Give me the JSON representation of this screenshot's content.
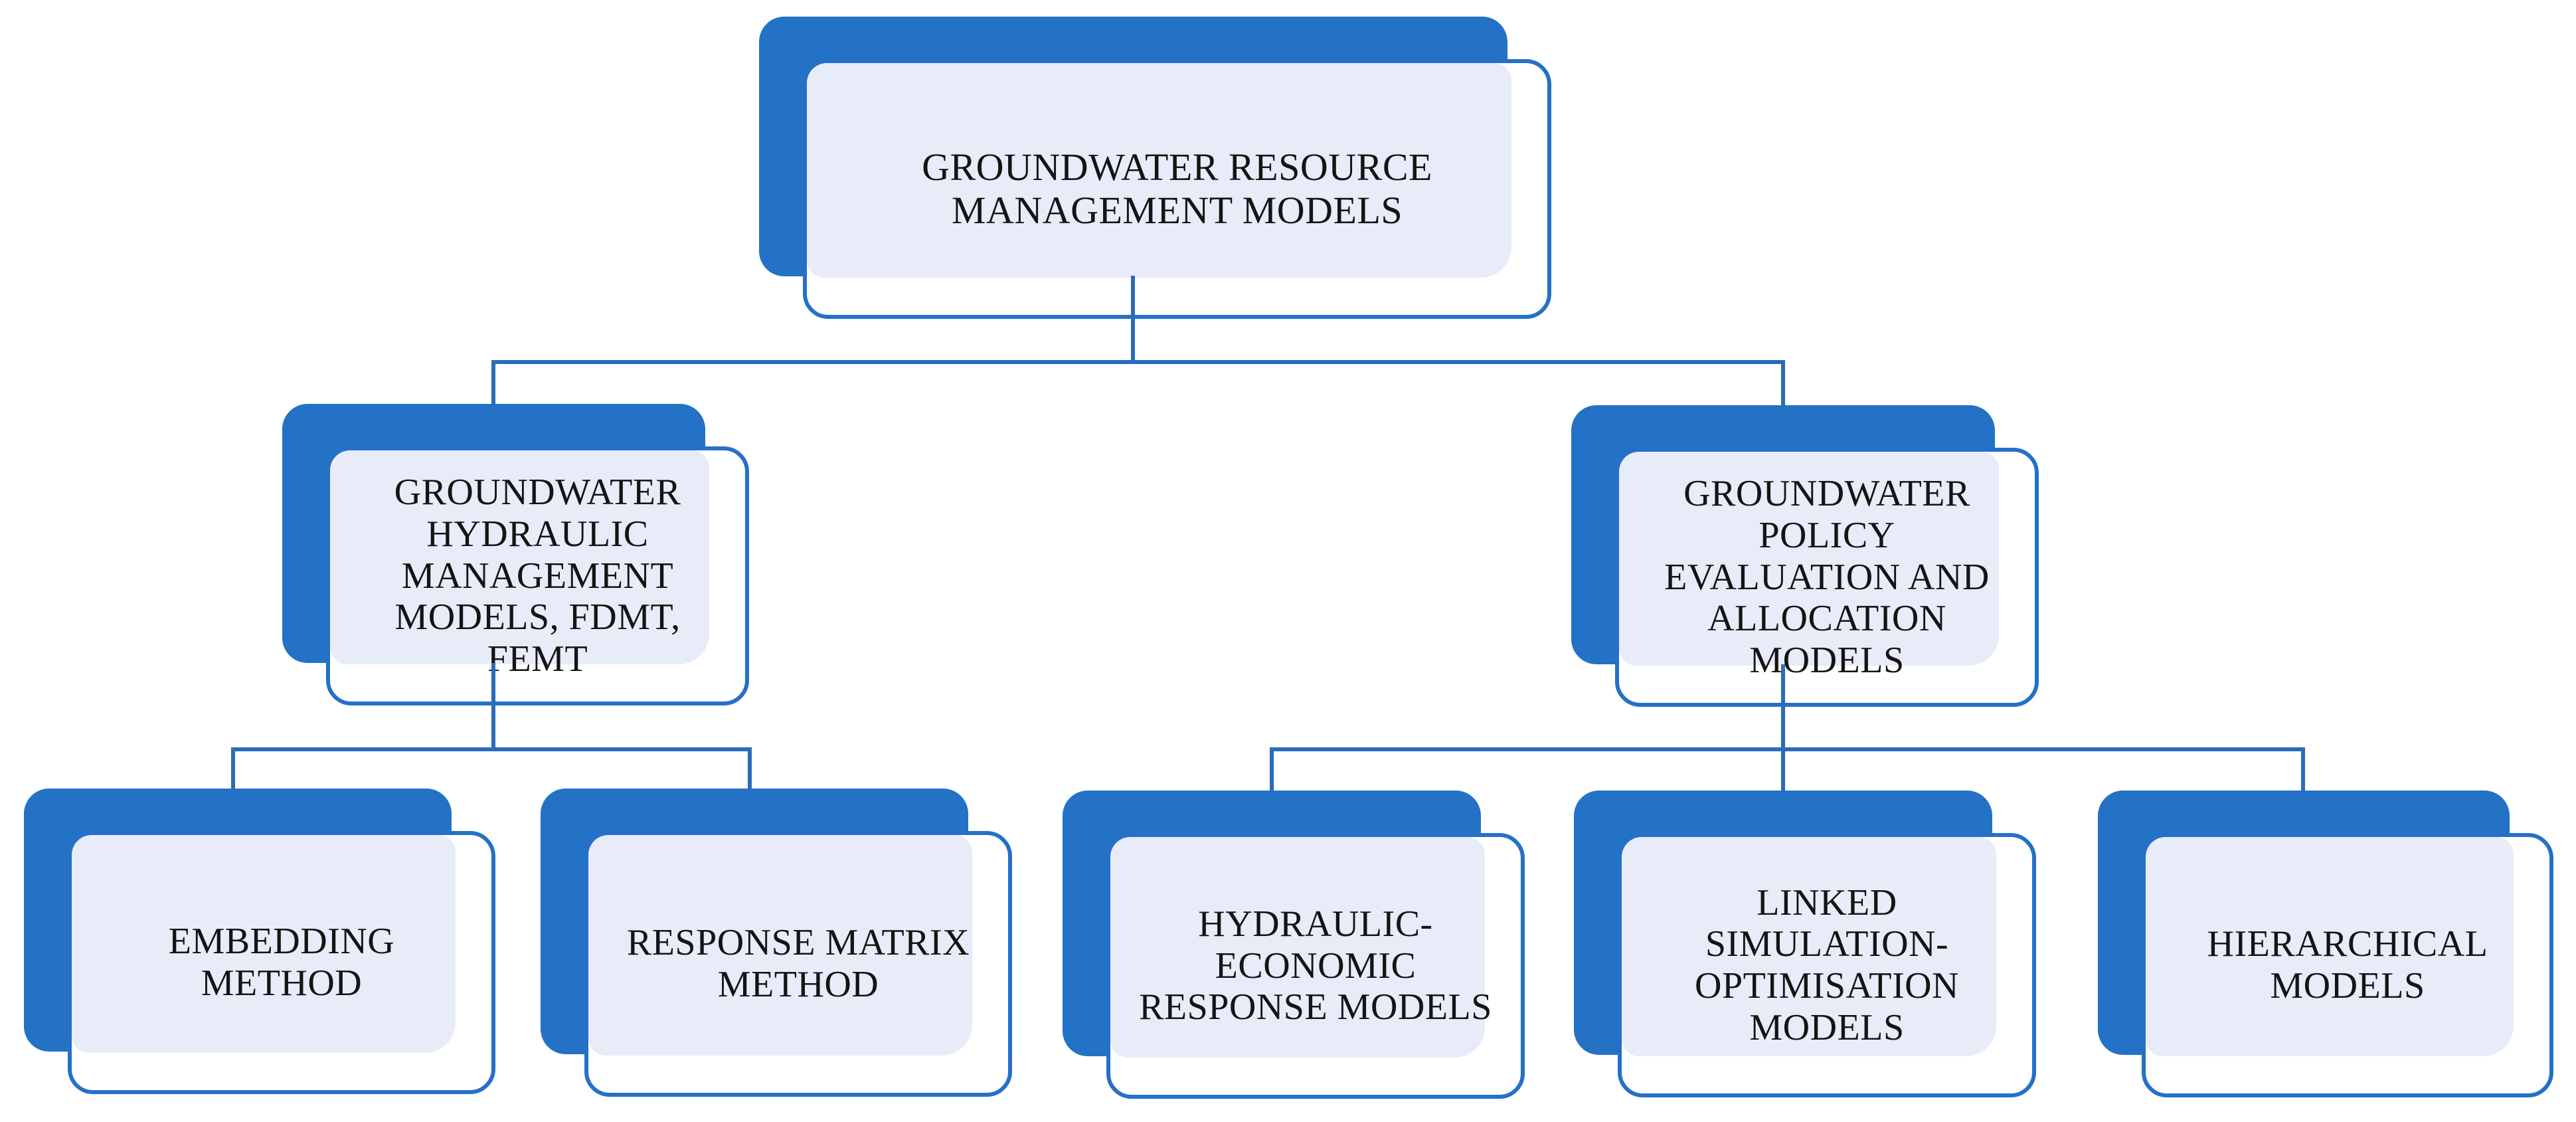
{
  "figure": {
    "type": "hierarchy-diagram",
    "description": "Organisation chart of groundwater resource management model categories"
  },
  "nodes": [
    {
      "id": "root",
      "level": 1,
      "label": "GROUNDWATER RESOURCE\nMANAGEMENT MODELS"
    },
    {
      "id": "hydraulic",
      "level": 2,
      "label": "GROUNDWATER\nHYDRAULIC\nMANAGEMENT\nMODELS, FDMT,\nFEMT"
    },
    {
      "id": "policy",
      "level": 2,
      "label": "GROUNDWATER\nPOLICY\nEVALUATION AND\nALLOCATION\nMODELS"
    },
    {
      "id": "embedding",
      "level": 3,
      "label": "EMBEDDING\nMETHOD"
    },
    {
      "id": "response-matrix",
      "level": 3,
      "label": "RESPONSE MATRIX\nMETHOD"
    },
    {
      "id": "hydraulic-economic",
      "level": 3,
      "label": "HYDRAULIC-\nECONOMIC\nRESPONSE MODELS"
    },
    {
      "id": "linked-sim-opt",
      "level": 3,
      "label": "LINKED\nSIMULATION-\nOPTIMISATION\nMODELS"
    },
    {
      "id": "hierarchical",
      "level": 3,
      "label": "HIERARCHICAL\nMODELS"
    }
  ],
  "hierarchy": {
    "root": "GROUNDWATER RESOURCE MANAGEMENT MODELS",
    "children": [
      {
        "label": "GROUNDWATER HYDRAULIC MANAGEMENT MODELS, FDMT, FEMT",
        "children": [
          "EMBEDDING METHOD",
          "RESPONSE MATRIX METHOD"
        ]
      },
      {
        "label": "GROUNDWATER POLICY EVALUATION AND ALLOCATION MODELS",
        "children": [
          "HYDRAULIC-ECONOMIC RESPONSE MODELS",
          "LINKED SIMULATION-OPTIMISATION MODELS",
          "HIERARCHICAL MODELS"
        ]
      }
    ]
  },
  "colors": {
    "shape_blue": "#2372c5",
    "card_border_blue": "#2570c8",
    "card_fill": "#ffffff",
    "card_tint": "#e8ecf8",
    "connector_blue": "#2a6cba",
    "text": "#141414",
    "background": "#ffffff"
  }
}
